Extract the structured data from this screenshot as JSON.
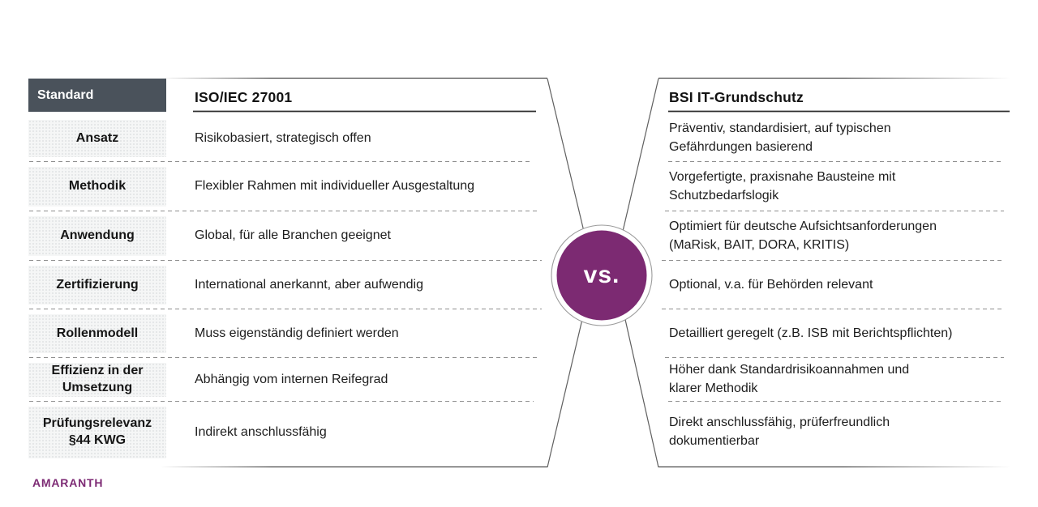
{
  "brand": {
    "logo_text": "AMARANTH",
    "accent_color": "#7d2a74"
  },
  "versus": {
    "label": "vs.",
    "circle_color": "#7c2a72",
    "ring_color": "#ffffff"
  },
  "table": {
    "corner_label": "Standard",
    "left_title": "ISO/IEC 27001",
    "right_title": "BSI IT-Grundschutz",
    "rows": [
      {
        "label": "Ansatz",
        "iso": "Risikobasiert, strategisch offen",
        "bsi": [
          "Präventiv, standardisiert, auf typischen",
          "Gefährdungen basierend"
        ]
      },
      {
        "label": "Methodik",
        "iso": "Flexibler Rahmen mit individueller Ausgestaltung",
        "bsi": [
          "Vorgefertigte, praxisnahe Bausteine mit",
          "Schutzbedarfslogik"
        ]
      },
      {
        "label": "Anwendung",
        "iso": "Global, für alle Branchen geeignet",
        "bsi": [
          "Optimiert für deutsche Aufsichtsanforderungen",
          "(MaRisk, BAIT, DORA, KRITIS)"
        ]
      },
      {
        "label": "Zertifizierung",
        "iso": "International anerkannt, aber aufwendig",
        "bsi": [
          "Optional, v.a. für Behörden relevant"
        ]
      },
      {
        "label": "Rollenmodell",
        "iso": "Muss eigenständig definiert werden",
        "bsi": [
          "Detailliert geregelt (z.B. ISB mit Berichtspflichten)"
        ]
      },
      {
        "label": "Effizienz in der Umsetzung",
        "iso": "Abhängig vom internen Reifegrad",
        "bsi": [
          "Höher dank Standardrisikoannahmen und",
          "klarer Methodik"
        ]
      },
      {
        "label": "Prüfungsrelevanz §44 KWG",
        "iso": "Indirekt anschlussfähig",
        "bsi": [
          "Direkt anschlussfähig, prüferfreundlich",
          "dokumentierbar"
        ]
      }
    ]
  }
}
